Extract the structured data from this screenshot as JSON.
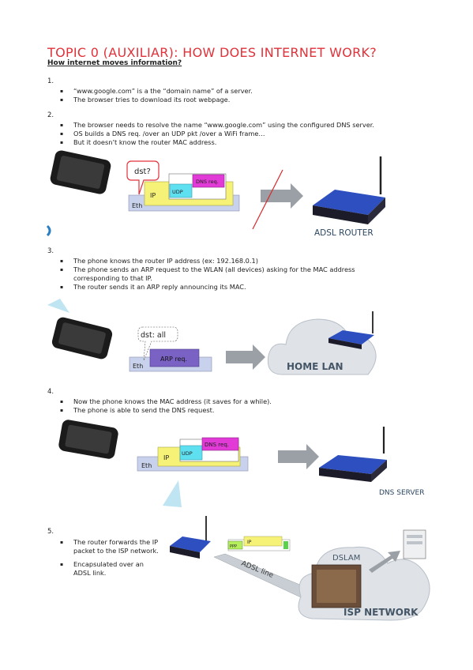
{
  "title": "TOPIC 0 (AUXILIAR): HOW DOES INTERNET WORK?",
  "subtitle": "How internet moves information?",
  "sections": [
    {
      "num": "1.",
      "bullets": [
        "“www.google.com” is a the “domain name” of a server.",
        "The browser tries to download its root webpage."
      ]
    },
    {
      "num": "2.",
      "bullets": [
        "The browser needs to resolve the name “www.google.com” using the configured DNS server.",
        "OS builds a DNS req. /over an UDP pkt /over a WiFi frame…",
        "But it doesn’t know the router MAC address."
      ]
    },
    {
      "num": "3.",
      "bullets": [
        "The phone knows the router IP address (ex: 192.168.0.1)",
        "The phone sends an ARP request to the WLAN (all devices) asking for the MAC address corresponding to that IP.",
        "The router sends it an ARP reply announcing its MAC."
      ]
    },
    {
      "num": "4.",
      "bullets": [
        "Now the phone knows the MAC address (it saves for a while).",
        "The phone is able to send the DNS request."
      ]
    },
    {
      "num": "5.",
      "bullets": [
        "The router forwards the IP packet to the ISP network.",
        "Encapsulated over an ADSL link."
      ]
    }
  ],
  "diagram1": {
    "bubble": "dst?",
    "eth": "Eth",
    "ip": "IP",
    "udp": "UDP",
    "dns": "DNS req.",
    "router_label": "ADSL ROUTER"
  },
  "diagram2": {
    "bubble": "dst: all",
    "eth": "Eth",
    "arp": "ARP req.",
    "cloud_label": "HOME LAN"
  },
  "diagram3": {
    "eth": "Eth",
    "ip": "IP",
    "udp": "UDP",
    "dns": "DNS req.",
    "server_label": "DNS SERVER"
  },
  "diagram4": {
    "ppp": "PPP",
    "ip": "IP",
    "link_label": "ADSL line",
    "dslam": "DSLAM",
    "cloud_label": "ISP NETWORK"
  },
  "colors": {
    "title": "#e0323a",
    "ip": "#f6f278",
    "udp": "#5fe0f0",
    "dns": "#e13ad6",
    "arp": "#7a62c4",
    "eth": "#c9d2ec"
  }
}
